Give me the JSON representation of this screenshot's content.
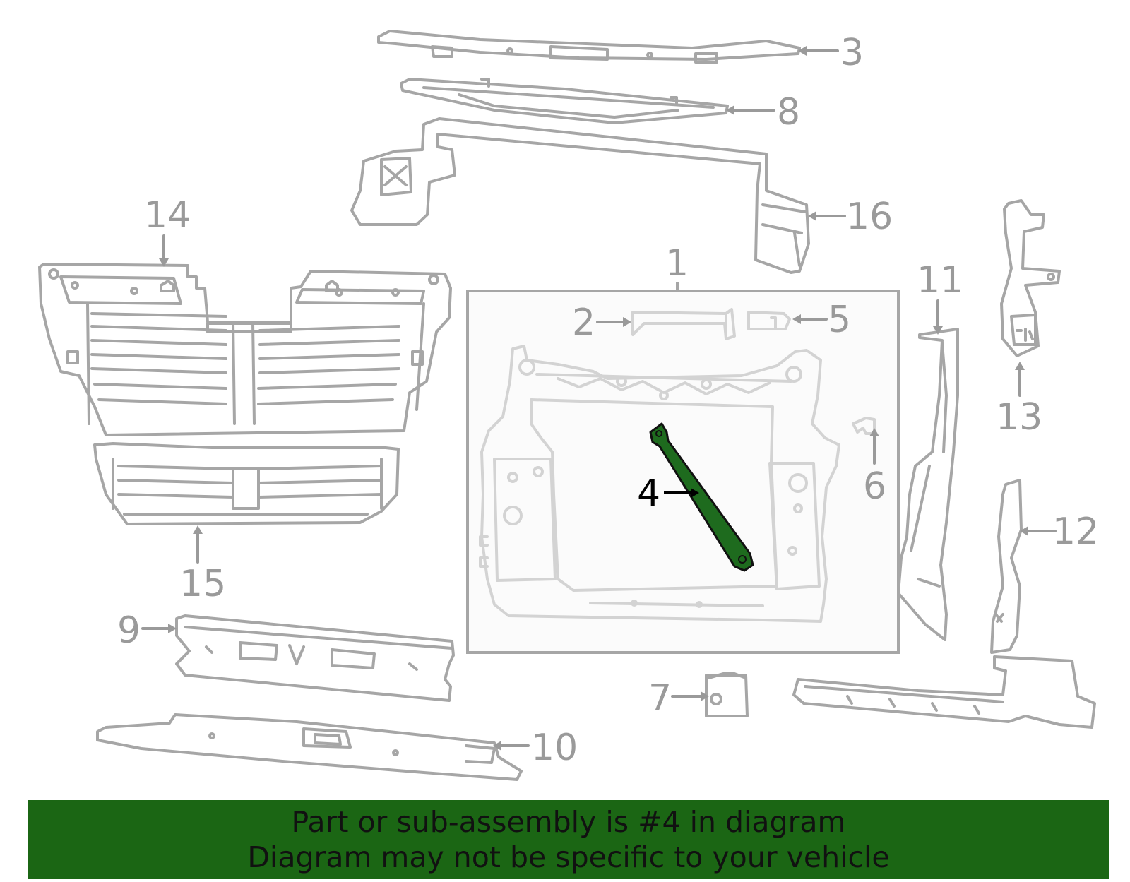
{
  "callouts": {
    "n1": "1",
    "n2": "2",
    "n3": "3",
    "n4": "4",
    "n5": "5",
    "n6": "6",
    "n7": "7",
    "n8": "8",
    "n9": "9",
    "n10": "10",
    "n11": "11",
    "n12": "12",
    "n13": "13",
    "n14": "14",
    "n15": "15",
    "n16": "16"
  },
  "highlighted_part": "4",
  "banner": {
    "line1": "Part or sub-assembly is #4 in diagram",
    "line2": "Diagram may not be specific to your vehicle"
  },
  "colors": {
    "part_outline": "#a6a6a6",
    "callout_text": "#9a9a9a",
    "assembly_box_fill": "#f7f7f7",
    "highlight_fill": "#1e6b1e",
    "banner_background": "#1b6614",
    "banner_text": "#111111"
  }
}
